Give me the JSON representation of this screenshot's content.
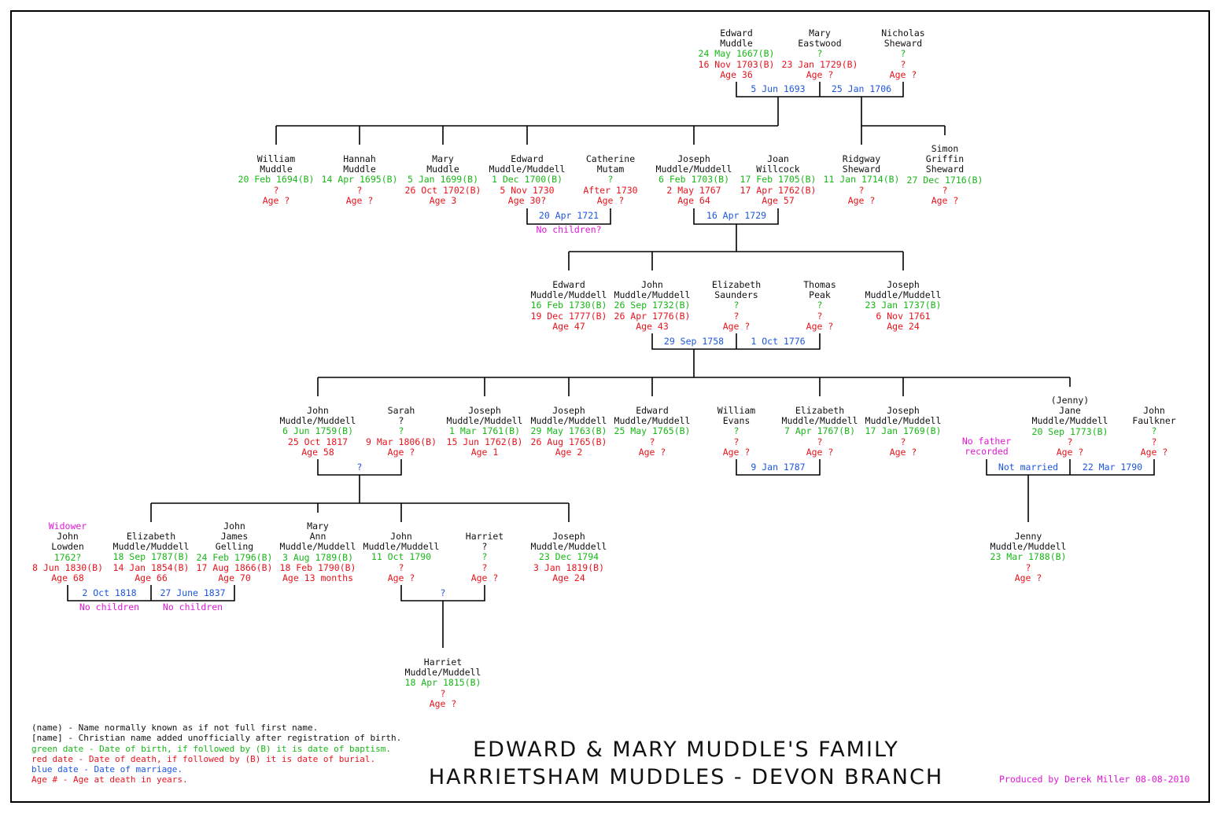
{
  "title": {
    "line1": "EDWARD & MARY MUDDLE'S FAMILY",
    "line2": "HARRIETSHAM MUDDLES - DEVON BRANCH"
  },
  "credit": "Produced by Derek Miller 08-08-2010",
  "colors": {
    "name": "#111111",
    "birth": "#18b818",
    "death": "#e8141e",
    "marriage": "#1c56e0",
    "note": "#e016d8"
  },
  "legend": [
    {
      "text": "(name) - Name normally known as if not full first name.",
      "kind": "name"
    },
    {
      "text": "[name] - Christian name added unofficially after registration of birth.",
      "kind": "name"
    },
    {
      "text": "green date - Date of birth, if followed by (B) it is date of baptism.",
      "kind": "birth"
    },
    {
      "text": "red date - Date of death, if followed by (B) it is date of burial.",
      "kind": "death"
    },
    {
      "text": "blue date - Date of marriage.",
      "kind": "marriage"
    },
    {
      "text": "Age # - Age at death in years.",
      "kind": "death"
    }
  ],
  "people": [
    {
      "id": "edward-muddle-1667",
      "lines": [
        [
          "Edward",
          "name"
        ],
        [
          "Muddle",
          "name"
        ],
        [
          "24 May 1667(B)",
          "birth"
        ],
        [
          "16 Nov 1703(B)",
          "death"
        ],
        [
          "Age 36",
          "death"
        ]
      ]
    },
    {
      "id": "mary-eastwood",
      "lines": [
        [
          "Mary",
          "name"
        ],
        [
          "Eastwood",
          "name"
        ],
        [
          "?",
          "birth"
        ],
        [
          "23 Jan 1729(B)",
          "death"
        ],
        [
          "Age ?",
          "death"
        ]
      ]
    },
    {
      "id": "nicholas-sheward",
      "lines": [
        [
          "Nicholas",
          "name"
        ],
        [
          "Sheward",
          "name"
        ],
        [
          "?",
          "birth"
        ],
        [
          "?",
          "death"
        ],
        [
          "Age ?",
          "death"
        ]
      ]
    },
    {
      "id": "william-muddle",
      "lines": [
        [
          "William",
          "name"
        ],
        [
          "Muddle",
          "name"
        ],
        [
          "20 Feb 1694(B)",
          "birth"
        ],
        [
          "?",
          "death"
        ],
        [
          "Age ?",
          "death"
        ]
      ]
    },
    {
      "id": "hannah-muddle",
      "lines": [
        [
          "Hannah",
          "name"
        ],
        [
          "Muddle",
          "name"
        ],
        [
          "14 Apr 1695(B)",
          "birth"
        ],
        [
          "?",
          "death"
        ],
        [
          "Age ?",
          "death"
        ]
      ]
    },
    {
      "id": "mary-muddle-1699",
      "lines": [
        [
          "Mary",
          "name"
        ],
        [
          "Muddle",
          "name"
        ],
        [
          "5 Jan 1699(B)",
          "birth"
        ],
        [
          "26 Oct 1702(B)",
          "death"
        ],
        [
          "Age 3",
          "death"
        ]
      ]
    },
    {
      "id": "edward-muddle-1700",
      "lines": [
        [
          "Edward",
          "name"
        ],
        [
          "Muddle/Muddell",
          "name"
        ],
        [
          "1 Dec 1700(B)",
          "birth"
        ],
        [
          "5 Nov 1730",
          "death"
        ],
        [
          "Age 30?",
          "death"
        ]
      ]
    },
    {
      "id": "catherine-mutam",
      "lines": [
        [
          "Catherine",
          "name"
        ],
        [
          "Mutam",
          "name"
        ],
        [
          "?",
          "birth"
        ],
        [
          "After 1730",
          "death"
        ],
        [
          "Age ?",
          "death"
        ]
      ]
    },
    {
      "id": "joseph-muddle-1703",
      "lines": [
        [
          "Joseph",
          "name"
        ],
        [
          "Muddle/Muddell",
          "name"
        ],
        [
          "6 Feb 1703(B)",
          "birth"
        ],
        [
          "2 May 1767",
          "death"
        ],
        [
          "Age 64",
          "death"
        ]
      ]
    },
    {
      "id": "joan-willcock",
      "lines": [
        [
          "Joan",
          "name"
        ],
        [
          "Willcock",
          "name"
        ],
        [
          "17 Feb 1705(B)",
          "birth"
        ],
        [
          "17 Apr 1762(B)",
          "death"
        ],
        [
          "Age 57",
          "death"
        ]
      ]
    },
    {
      "id": "ridgway-sheward",
      "lines": [
        [
          "Ridgway",
          "name"
        ],
        [
          "Sheward",
          "name"
        ],
        [
          "11 Jan 1714(B)",
          "birth"
        ],
        [
          "?",
          "death"
        ],
        [
          "Age ?",
          "death"
        ]
      ]
    },
    {
      "id": "simon-griffin-sheward",
      "lines": [
        [
          "Simon",
          "name"
        ],
        [
          "Griffin",
          "name"
        ],
        [
          "Sheward",
          "name"
        ],
        [
          "27 Dec 1716(B)",
          "birth"
        ],
        [
          "?",
          "death"
        ],
        [
          "Age ?",
          "death"
        ]
      ]
    },
    {
      "id": "edward-muddle-1730",
      "lines": [
        [
          "Edward",
          "name"
        ],
        [
          "Muddle/Muddell",
          "name"
        ],
        [
          "16 Feb 1730(B)",
          "birth"
        ],
        [
          "19 Dec 1777(B)",
          "death"
        ],
        [
          "Age 47",
          "death"
        ]
      ]
    },
    {
      "id": "john-muddle-1732",
      "lines": [
        [
          "John",
          "name"
        ],
        [
          "Muddle/Muddell",
          "name"
        ],
        [
          "26 Sep 1732(B)",
          "birth"
        ],
        [
          "26 Apr 1776(B)",
          "death"
        ],
        [
          "Age 43",
          "death"
        ]
      ]
    },
    {
      "id": "elizabeth-saunders",
      "lines": [
        [
          "Elizabeth",
          "name"
        ],
        [
          "Saunders",
          "name"
        ],
        [
          "?",
          "birth"
        ],
        [
          "?",
          "death"
        ],
        [
          "Age ?",
          "death"
        ]
      ]
    },
    {
      "id": "thomas-peak",
      "lines": [
        [
          "Thomas",
          "name"
        ],
        [
          "Peak",
          "name"
        ],
        [
          "?",
          "birth"
        ],
        [
          "?",
          "death"
        ],
        [
          "Age ?",
          "death"
        ]
      ]
    },
    {
      "id": "joseph-muddle-1737",
      "lines": [
        [
          "Joseph",
          "name"
        ],
        [
          "Muddle/Muddell",
          "name"
        ],
        [
          "23 Jan 1737(B)",
          "birth"
        ],
        [
          "6 Nov 1761",
          "death"
        ],
        [
          "Age 24",
          "death"
        ]
      ]
    },
    {
      "id": "john-muddle-1759",
      "lines": [
        [
          "John",
          "name"
        ],
        [
          "Muddle/Muddell",
          "name"
        ],
        [
          "6 Jun 1759(B)",
          "birth"
        ],
        [
          "25 Oct 1817",
          "death"
        ],
        [
          "Age 58",
          "death"
        ]
      ]
    },
    {
      "id": "sarah",
      "lines": [
        [
          "Sarah",
          "name"
        ],
        [
          "?",
          "name"
        ],
        [
          "?",
          "birth"
        ],
        [
          "9 Mar 1806(B)",
          "death"
        ],
        [
          "Age ?",
          "death"
        ]
      ]
    },
    {
      "id": "joseph-muddle-1761",
      "lines": [
        [
          "Joseph",
          "name"
        ],
        [
          "Muddle/Muddell",
          "name"
        ],
        [
          "1 Mar 1761(B)",
          "birth"
        ],
        [
          "15 Jun 1762(B)",
          "death"
        ],
        [
          "Age 1",
          "death"
        ]
      ]
    },
    {
      "id": "joseph-muddle-1763",
      "lines": [
        [
          "Joseph",
          "name"
        ],
        [
          "Muddle/Muddell",
          "name"
        ],
        [
          "29 May 1763(B)",
          "birth"
        ],
        [
          "26 Aug 1765(B)",
          "death"
        ],
        [
          "Age 2",
          "death"
        ]
      ]
    },
    {
      "id": "edward-muddle-1765",
      "lines": [
        [
          "Edward",
          "name"
        ],
        [
          "Muddle/Muddell",
          "name"
        ],
        [
          "25 May 1765(B)",
          "birth"
        ],
        [
          "?",
          "death"
        ],
        [
          "Age ?",
          "death"
        ]
      ]
    },
    {
      "id": "william-evans",
      "lines": [
        [
          "William",
          "name"
        ],
        [
          "Evans",
          "name"
        ],
        [
          "?",
          "birth"
        ],
        [
          "?",
          "death"
        ],
        [
          "Age ?",
          "death"
        ]
      ]
    },
    {
      "id": "elizabeth-muddle-1767",
      "lines": [
        [
          "Elizabeth",
          "name"
        ],
        [
          "Muddle/Muddell",
          "name"
        ],
        [
          "7 Apr 1767(B)",
          "birth"
        ],
        [
          "?",
          "death"
        ],
        [
          "Age ?",
          "death"
        ]
      ]
    },
    {
      "id": "joseph-muddle-1769",
      "lines": [
        [
          "Joseph",
          "name"
        ],
        [
          "Muddle/Muddell",
          "name"
        ],
        [
          "17 Jan 1769(B)",
          "birth"
        ],
        [
          "?",
          "death"
        ],
        [
          "Age ?",
          "death"
        ]
      ]
    },
    {
      "id": "no-father",
      "lines": [
        [
          "No father",
          "note"
        ],
        [
          "recorded",
          "note"
        ]
      ]
    },
    {
      "id": "jane-muddle",
      "lines": [
        [
          "(Jenny)",
          "name"
        ],
        [
          "Jane",
          "name"
        ],
        [
          "Muddle/Muddell",
          "name"
        ],
        [
          "20 Sep 1773(B)",
          "birth"
        ],
        [
          "?",
          "death"
        ],
        [
          "Age ?",
          "death"
        ]
      ]
    },
    {
      "id": "john-faulkner",
      "lines": [
        [
          "John",
          "name"
        ],
        [
          "Faulkner",
          "name"
        ],
        [
          "?",
          "birth"
        ],
        [
          "?",
          "death"
        ],
        [
          "Age ?",
          "death"
        ]
      ]
    },
    {
      "id": "john-lowden",
      "lines": [
        [
          "Widower",
          "note"
        ],
        [
          "John",
          "name"
        ],
        [
          "Lowden",
          "name"
        ],
        [
          "1762?",
          "birth"
        ],
        [
          "8 Jun 1830(B)",
          "death"
        ],
        [
          "Age 68",
          "death"
        ]
      ]
    },
    {
      "id": "elizabeth-muddle-1787",
      "lines": [
        [
          "Elizabeth",
          "name"
        ],
        [
          "Muddle/Muddell",
          "name"
        ],
        [
          "18 Sep 1787(B)",
          "birth"
        ],
        [
          "14 Jan 1854(B)",
          "death"
        ],
        [
          "Age 66",
          "death"
        ]
      ]
    },
    {
      "id": "john-james-gelling",
      "lines": [
        [
          "John",
          "name"
        ],
        [
          "James",
          "name"
        ],
        [
          "Gelling",
          "name"
        ],
        [
          "24 Feb 1796(B)",
          "birth"
        ],
        [
          "17 Aug 1866(B)",
          "death"
        ],
        [
          "Age 70",
          "death"
        ]
      ]
    },
    {
      "id": "mary-ann-muddle",
      "lines": [
        [
          "Mary",
          "name"
        ],
        [
          "Ann",
          "name"
        ],
        [
          "Muddle/Muddell",
          "name"
        ],
        [
          "3 Aug 1789(B)",
          "birth"
        ],
        [
          "18 Feb 1790(B)",
          "death"
        ],
        [
          "Age 13 months",
          "death"
        ]
      ]
    },
    {
      "id": "john-muddle-1790",
      "lines": [
        [
          "John",
          "name"
        ],
        [
          "Muddle/Muddell",
          "name"
        ],
        [
          "11 Oct 1790",
          "birth"
        ],
        [
          "?",
          "death"
        ],
        [
          "Age ?",
          "death"
        ]
      ]
    },
    {
      "id": "harriet",
      "lines": [
        [
          "Harriet",
          "name"
        ],
        [
          "?",
          "name"
        ],
        [
          "?",
          "birth"
        ],
        [
          "?",
          "death"
        ],
        [
          "Age ?",
          "death"
        ]
      ]
    },
    {
      "id": "joseph-muddle-1794",
      "lines": [
        [
          "Joseph",
          "name"
        ],
        [
          "Muddle/Muddell",
          "name"
        ],
        [
          "23 Dec 1794",
          "birth"
        ],
        [
          "3 Jan 1819(B)",
          "death"
        ],
        [
          "Age 24",
          "death"
        ]
      ]
    },
    {
      "id": "jenny-muddle",
      "lines": [
        [
          "Jenny",
          "name"
        ],
        [
          "Muddle/Muddell",
          "name"
        ],
        [
          "23 Mar 1788(B)",
          "birth"
        ],
        [
          "?",
          "death"
        ],
        [
          "Age ?",
          "death"
        ]
      ]
    },
    {
      "id": "harriet-muddle-1815",
      "lines": [
        [
          "Harriet",
          "name"
        ],
        [
          "Muddle/Muddell",
          "name"
        ],
        [
          "18 Apr 1815(B)",
          "birth"
        ],
        [
          "?",
          "death"
        ],
        [
          "Age ?",
          "death"
        ]
      ]
    }
  ],
  "marriages": [
    {
      "id": "m-edward-mary",
      "date": "5 Jun 1693"
    },
    {
      "id": "m-mary-nicholas",
      "date": "25 Jan 1706"
    },
    {
      "id": "m-edward-catherine",
      "date": "20 Apr 1721",
      "note": "No children?"
    },
    {
      "id": "m-joseph-joan",
      "date": "16 Apr 1729"
    },
    {
      "id": "m-john-elizabeth",
      "date": "29 Sep 1758"
    },
    {
      "id": "m-elizabeth-thomas",
      "date": "1 Oct 1776"
    },
    {
      "id": "m-john-sarah",
      "date": "?"
    },
    {
      "id": "m-william-elizabeth",
      "date": "9 Jan 1787"
    },
    {
      "id": "m-jane-nofather",
      "date": "Not married"
    },
    {
      "id": "m-jane-john",
      "date": "22 Mar 1790"
    },
    {
      "id": "m-lowden-elizabeth",
      "date": "2 Oct 1818",
      "note": "No children"
    },
    {
      "id": "m-elizabeth-gelling",
      "date": "27 June 1837",
      "note": "No children"
    },
    {
      "id": "m-john-harriet",
      "date": "?"
    }
  ]
}
